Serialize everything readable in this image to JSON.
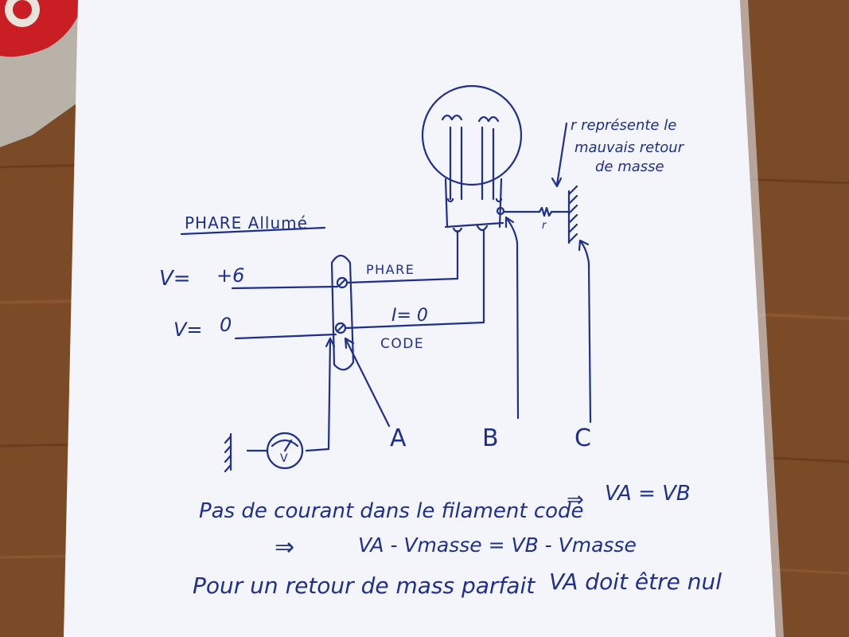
{
  "title": "PHARE Allumé",
  "wires": {
    "v_plus_label": "V=",
    "v_plus_value": "+6",
    "v_zero_label": "V=",
    "v_zero_value": "0",
    "phare_label": "PHARE",
    "current_label": "I= 0",
    "code_label": "CODE"
  },
  "resistor_symbol": "r",
  "note": {
    "line1": "r représente le",
    "line2": "mauvais retour",
    "line3": "de masse"
  },
  "points": {
    "a": "A",
    "b": "B",
    "c": "C"
  },
  "voltmeter_symbol": "V",
  "equations": {
    "line1_text": "Pas de courant dans le filament code",
    "line1_arrow": "⇒",
    "line1_eq": "VA = VB",
    "line2_arrow": "⇒",
    "line2_eq": "VA - Vmasse = VB - Vmasse",
    "line3_text": "Pour un retour de mass parfait",
    "line3_eq": "VA doit être nul"
  },
  "colors": {
    "ink": "#1f2f8c",
    "paper": "#f4f5fb",
    "table": "#7a4a25"
  }
}
